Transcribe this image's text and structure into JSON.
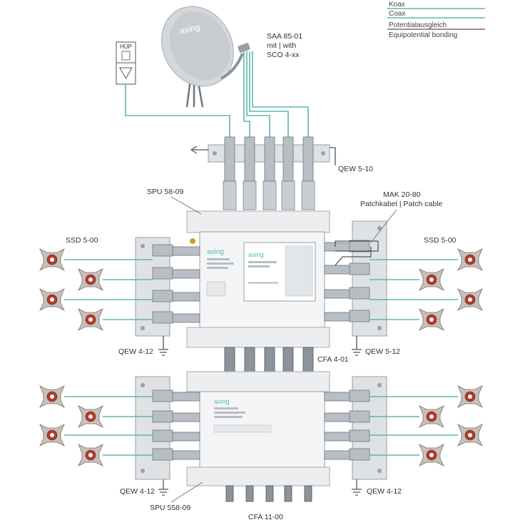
{
  "legend": {
    "items": [
      {
        "label": "Koax",
        "kind": "coax",
        "color": "#5bb8ad"
      },
      {
        "label": "Coax",
        "kind": "coax",
        "color": "#5bb8ad"
      },
      {
        "label": "Potentialausgleich",
        "kind": "equipotential",
        "color": "#555555"
      },
      {
        "label": "Equipotential bonding",
        "kind": "equipotential",
        "color": "#555555"
      }
    ]
  },
  "dish": {
    "brand": "axing",
    "label_lines": [
      "SAA 85-01",
      "mit | with",
      "SCO 4-xx"
    ]
  },
  "hup": {
    "label": "HÜP"
  },
  "labels": {
    "qew_top": "QEW 5-10",
    "spu_top": "SPU 58-09",
    "mak_lines": [
      "MAK 20-80",
      "Patchkabel | Patch cable"
    ],
    "ssd_left": "SSD 5-00",
    "ssd_right": "SSD 5-00",
    "qew_left_1": "QEW 4-12",
    "cfa_mid": "CFA 4-01",
    "qew_right_1": "QEW 5-12",
    "qew_left_2": "QEW 4-12",
    "qew_right_2": "QEW 4-12",
    "spu_bottom": "SPU 558-09",
    "cfa_bottom": "CFA 11-00"
  },
  "devices": {
    "brand": "axing"
  },
  "colors": {
    "coax": "#5bb8ad",
    "equipotential": "#555555",
    "socket": "#b13a2f"
  }
}
